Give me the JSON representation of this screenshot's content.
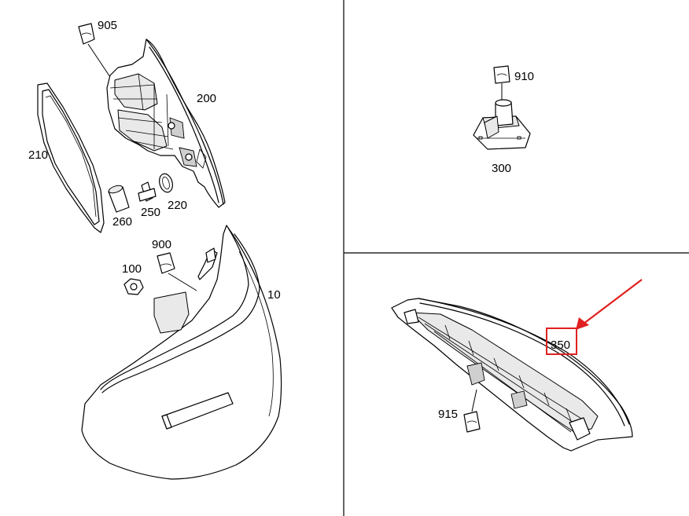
{
  "labels": {
    "p905": "905",
    "p200": "200",
    "p210": "210",
    "p260": "260",
    "p250": "250",
    "p220": "220",
    "p900": "900",
    "p100": "100",
    "p10": "10",
    "p910": "910",
    "p300": "300",
    "p350": "350",
    "p915": "915"
  },
  "highlight": {
    "color": "#e02020",
    "target": "350"
  }
}
